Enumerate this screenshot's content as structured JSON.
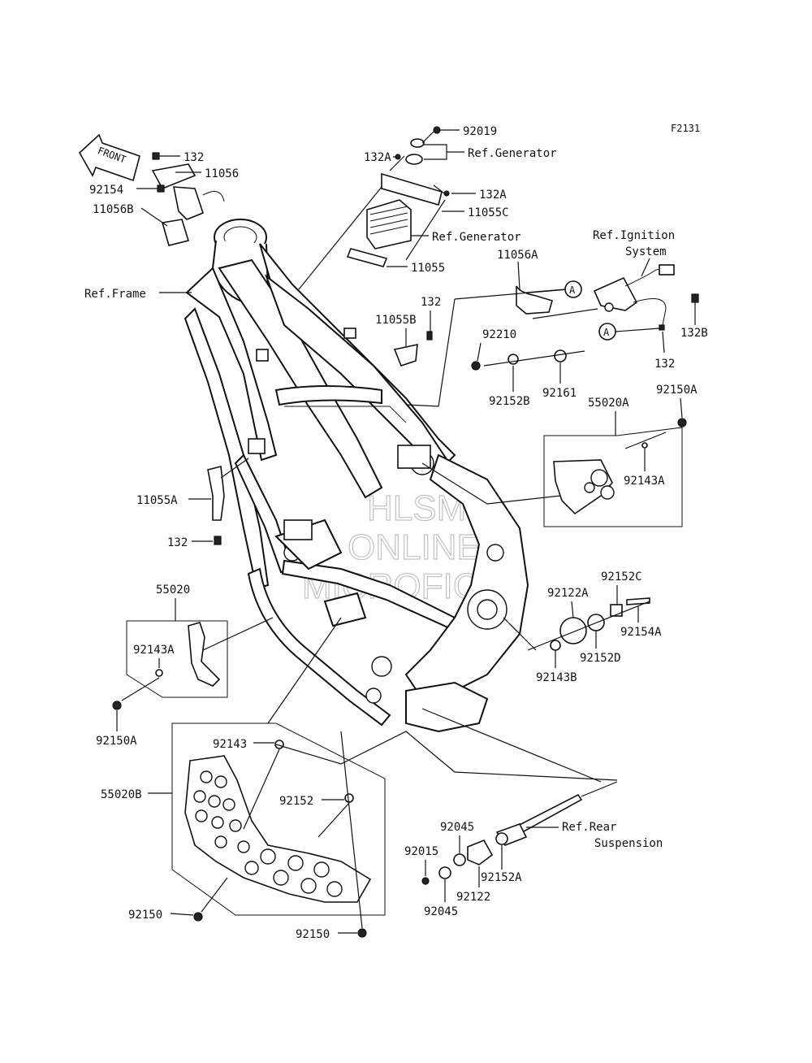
{
  "figure_code": "F2131",
  "front_label": "FRONT",
  "circle_ref": "A",
  "watermark": [
    "HLSM",
    "ONLINE",
    "MICROFICHE"
  ],
  "labels": {
    "p92019": "92019",
    "p132a_top": "132A",
    "ref_generator_1": "Ref.Generator",
    "p132a_right": "132A",
    "p11055c": "11055C",
    "ref_generator_2": "Ref.Generator",
    "p11055": "11055",
    "p132_top": "132",
    "p11056": "11056",
    "p92154": "92154",
    "p11056b": "11056B",
    "ref_frame": "Ref.Frame",
    "ref_ignition_1": "Ref.Ignition",
    "ref_ignition_2": "System",
    "p11056a": "11056A",
    "p132_mid": "132",
    "p11055b": "11055B",
    "p132b": "132B",
    "p132_right": "132",
    "p92210": "92210",
    "p92152b": "92152B",
    "p92161": "92161",
    "p55020a": "55020A",
    "p92150a_right": "92150A",
    "p92143a_right": "92143A",
    "p11055a": "11055A",
    "p132_left": "132",
    "p55020": "55020",
    "p92143a_left": "92143A",
    "p92150a_left": "92150A",
    "p92152c": "92152C",
    "p92122a": "92122A",
    "p92154a": "92154A",
    "p92152d": "92152D",
    "p92143b": "92143B",
    "p92143": "92143",
    "p55020b": "55020B",
    "p92152": "92152",
    "ref_rear_1": "Ref.Rear",
    "ref_rear_2": "Suspension",
    "p92045_top": "92045",
    "p92015": "92015",
    "p92152a": "92152A",
    "p92122": "92122",
    "p92045_bot": "92045",
    "p92150_left": "92150",
    "p92150_bot": "92150"
  }
}
